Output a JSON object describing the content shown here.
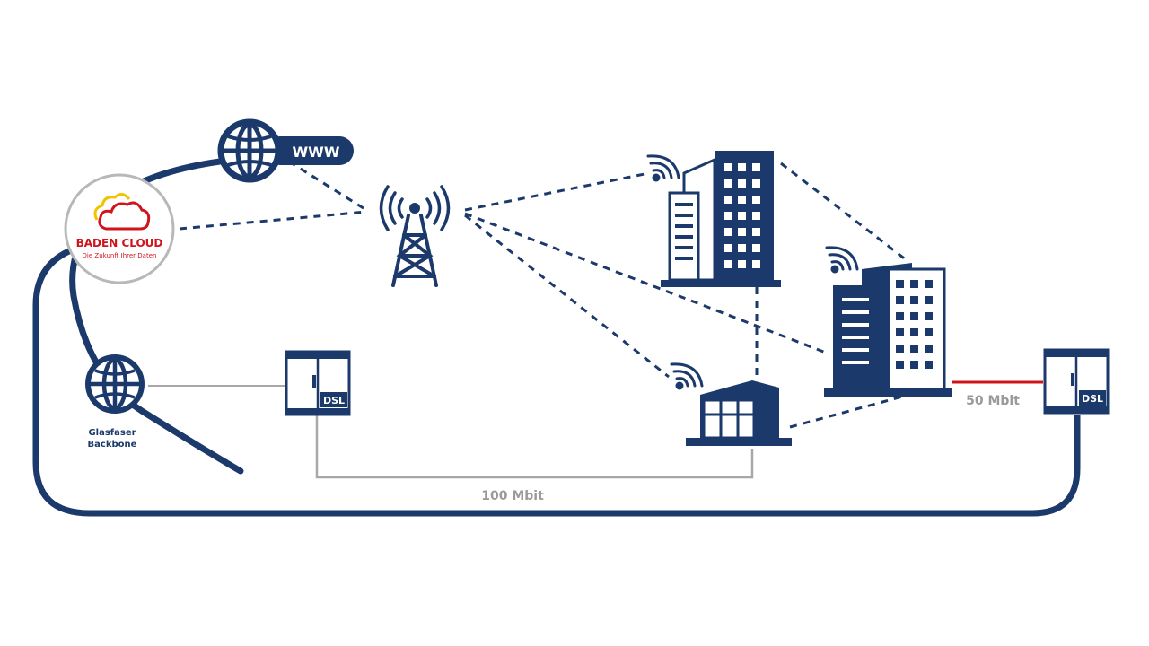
{
  "www_label": "WWW",
  "logo": {
    "name": "BADEN CLOUD",
    "tagline": "Die Zukunft Ihrer Daten"
  },
  "backbone": {
    "line1": "Glasfaser",
    "line2": "Backbone"
  },
  "dsl_label": "DSL",
  "links": {
    "fiber_speed": "100 Mbit",
    "copper_speed": "50 Mbit"
  },
  "colors": {
    "navy": "#1b3a6b",
    "gray": "#a8a8a8",
    "red": "#d0141c",
    "cloud_yellow": "#f2c300"
  }
}
